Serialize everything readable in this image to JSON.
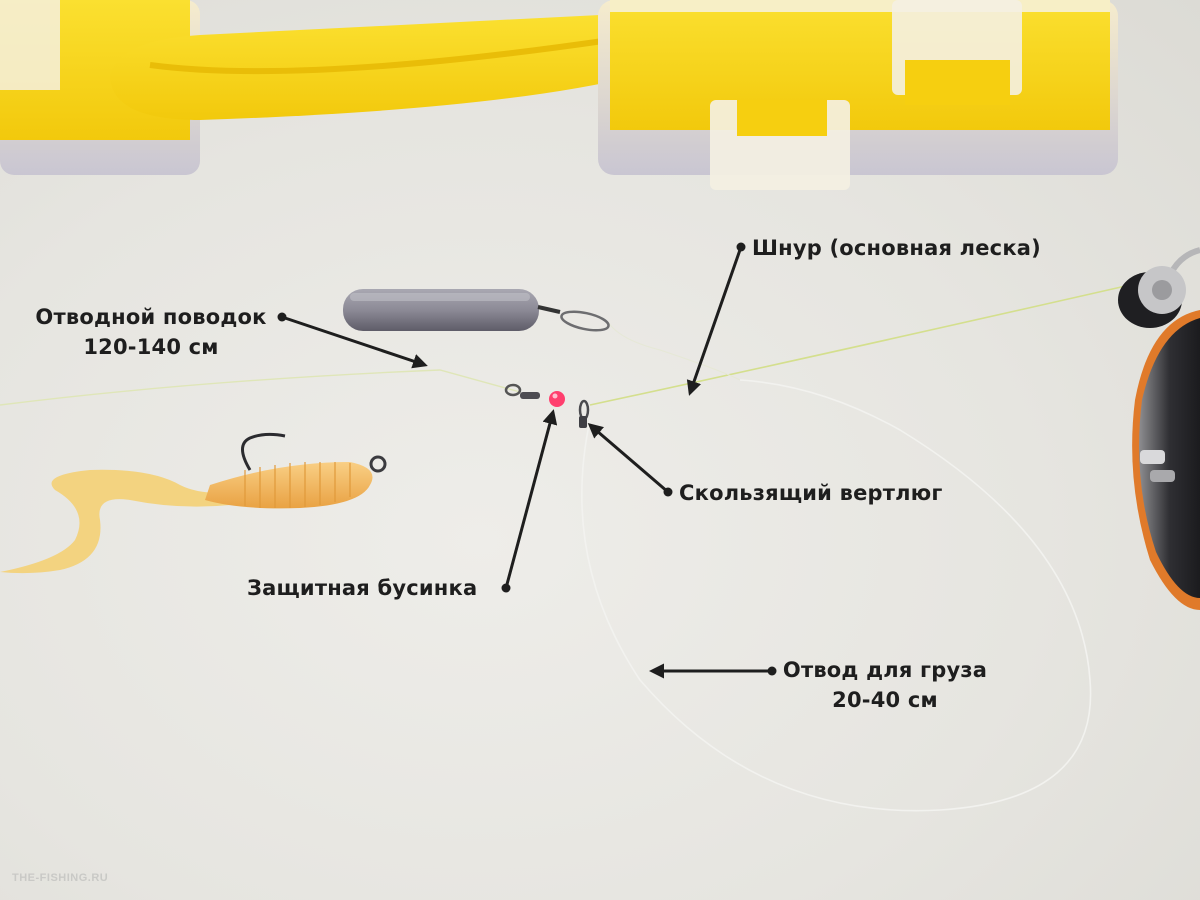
{
  "image": {
    "description": "Photo of a fishing rig (отводной поводок) laid out on a light surface with annotated parts",
    "watermark": "THE-FISHING.RU"
  },
  "labels": {
    "leader": {
      "line1": "Отводной поводок",
      "line2": "120-140 см"
    },
    "main_line": {
      "text": "Шнур (основная леска)"
    },
    "sliding_swivel": {
      "text": "Скользящий вертлюг"
    },
    "protective_bead": {
      "text": "Защитная бусинка"
    },
    "sinker_leader": {
      "line1": "Отвод для груза",
      "line2": "20-40 см"
    }
  },
  "objects": {
    "tackle_box": {
      "color": "#f7d417",
      "clip_color": "#f1efe6"
    },
    "sinker": {
      "color": "#8a8893"
    },
    "bead": {
      "color": "#ff3f6e"
    },
    "lure": {
      "color": "#f2b45a",
      "tail_color": "#f3d27a"
    },
    "reel": {
      "color": "#3a3a3c",
      "accent": "#e07a2a"
    }
  },
  "colors": {
    "background": "#e8e7e2",
    "text": "#1e1e1e",
    "line": "#d9e3a8"
  }
}
